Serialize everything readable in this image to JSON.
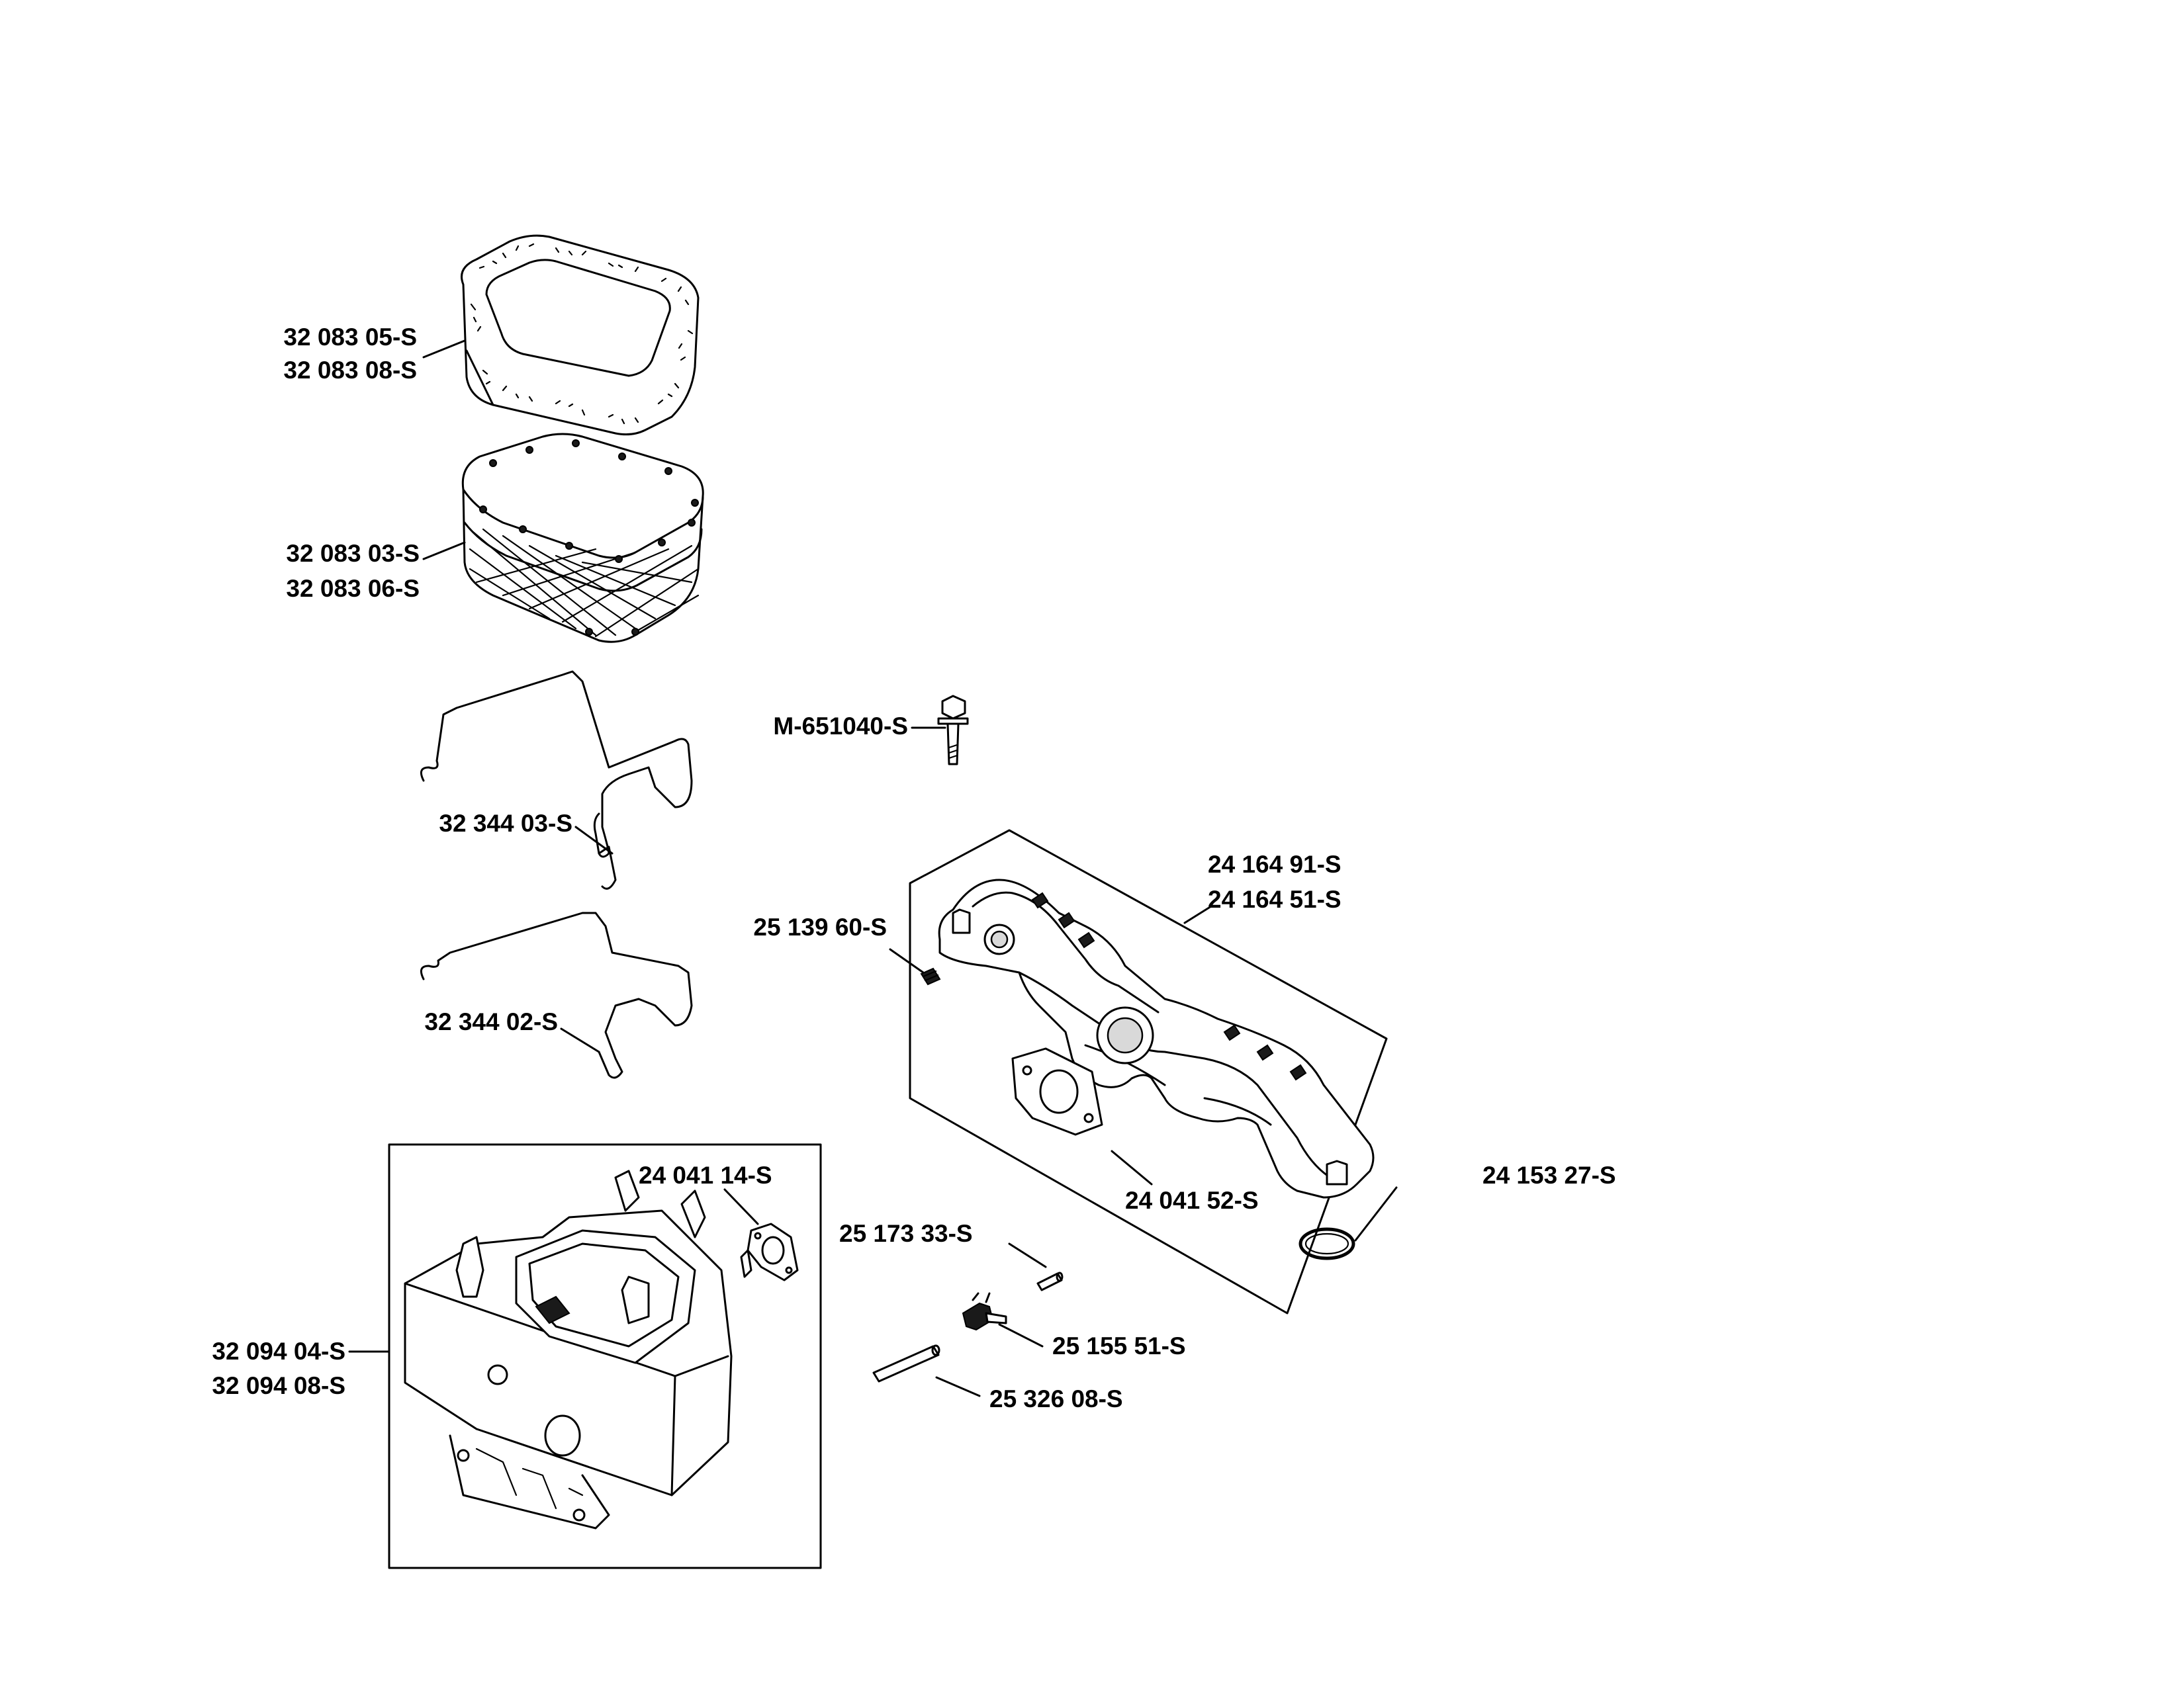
{
  "diagram": {
    "type": "exploded-parts-diagram",
    "subject": "Air cleaner and intake manifold assembly",
    "background": "#ffffff",
    "ink": "#000000"
  },
  "parts": [
    {
      "id": "filter-wrap",
      "name": "Precleaner (foam wrap)",
      "labels": [
        "32 083 05-S",
        "32 083 08-S"
      ]
    },
    {
      "id": "air-filter",
      "name": "Air filter element",
      "labels": [
        "32 083 03-S",
        "32 083 06-S"
      ]
    },
    {
      "id": "clip-upper",
      "name": "Retaining clip (upper)",
      "labels": [
        "32 344 03-S"
      ]
    },
    {
      "id": "clip-lower",
      "name": "Retaining clip (lower)",
      "labels": [
        "32 344 02-S"
      ]
    },
    {
      "id": "bolt",
      "name": "Flange bolt",
      "labels": [
        "M-651040-S"
      ]
    },
    {
      "id": "intake-manifold",
      "name": "Intake manifold (kit)",
      "labels": [
        "24 164 91-S",
        "24 164 51-S"
      ]
    },
    {
      "id": "plug",
      "name": "Pipe plug",
      "labels": [
        "25 139 60-S"
      ]
    },
    {
      "id": "manifold-gasket",
      "name": "Gasket",
      "labels": [
        "24 041 52-S"
      ]
    },
    {
      "id": "o-ring",
      "name": "O-ring",
      "labels": [
        "24 153 27-S"
      ]
    },
    {
      "id": "base-gasket",
      "name": "Air cleaner base gasket",
      "labels": [
        "24 041 14-S"
      ]
    },
    {
      "id": "pin-short",
      "name": "Pin",
      "labels": [
        "25 173 33-S"
      ]
    },
    {
      "id": "linkage",
      "name": "Breather / linkage fitting",
      "labels": [
        "25 155 51-S"
      ]
    },
    {
      "id": "pin-long",
      "name": "Pin",
      "labels": [
        "25 326 08-S"
      ]
    },
    {
      "id": "air-cleaner-base",
      "name": "Air cleaner base (kit)",
      "labels": [
        "32 094 04-S",
        "32 094 08-S"
      ]
    }
  ]
}
